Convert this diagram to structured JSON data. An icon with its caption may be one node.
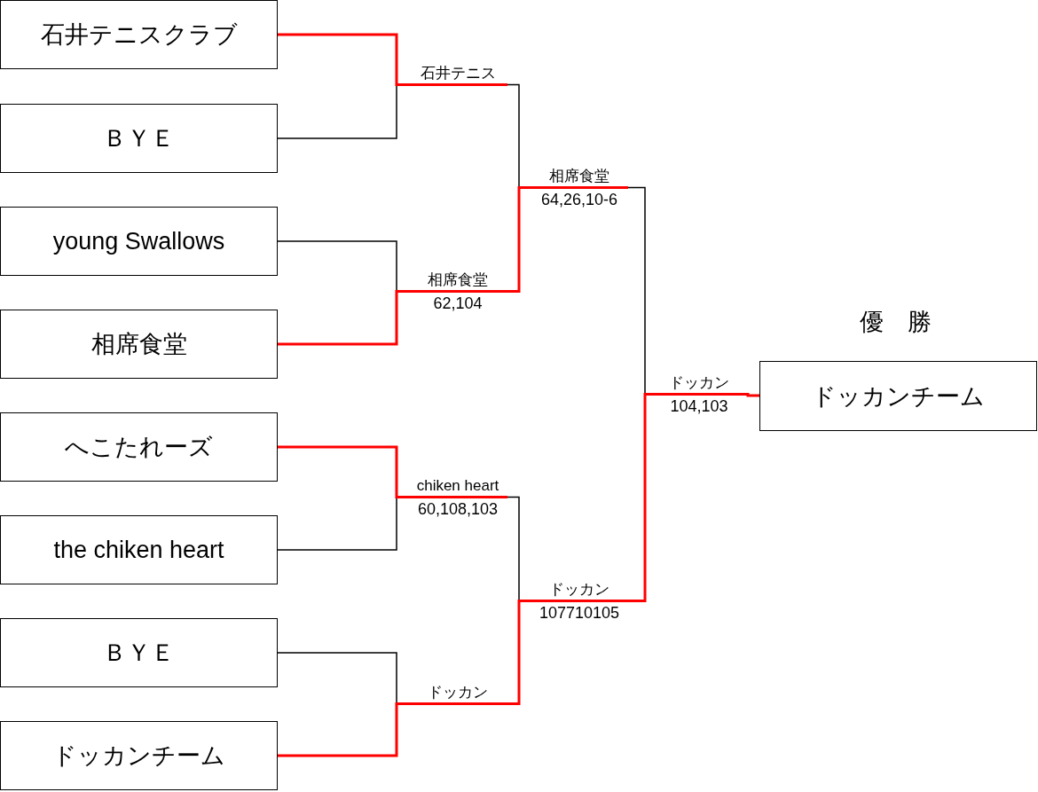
{
  "diagram": {
    "nodes": [
      {
        "text": [
          "石井テニスクラブ"
        ]
      },
      {
        "text": [
          "ＢＹＥ"
        ]
      },
      {
        "text": [
          "young Swallows"
        ]
      },
      {
        "text": [
          "相席食堂"
        ]
      },
      {
        "text": [
          "へこたれーズ"
        ]
      },
      {
        "text": [
          "the chiken heart"
        ]
      },
      {
        "text": [
          "ＢＹＥ"
        ]
      },
      {
        "text": [
          "ドッカンチーム"
        ]
      },
      {
        "text": [
          "優　勝",
          "ドッカンチーム"
        ]
      },
      {
        "text": [
          "石井テニス"
        ]
      },
      {
        "text": [
          "相席食堂",
          "62,104"
        ]
      },
      {
        "text": [
          "chiken heart",
          "60,108,103"
        ]
      },
      {
        "text": [
          "ドッカン"
        ]
      },
      {
        "text": [
          "相席食堂",
          "64,26,10-6"
        ]
      },
      {
        "text": [
          "ドッカン",
          "107710105"
        ]
      },
      {
        "text": [
          "ドッカン",
          "104,103"
        ]
      }
    ],
    "edges": [
      {
        "from": 0,
        "to": 9,
        "arrow": "none"
      },
      {
        "from": 1,
        "to": 9,
        "arrow": "none",
        "color": "#000000"
      },
      {
        "from": 2,
        "to": 10,
        "arrow": "none",
        "color": "#000000"
      },
      {
        "from": 3,
        "to": 10,
        "arrow": "none"
      },
      {
        "from": 4,
        "to": 11,
        "arrow": "none"
      },
      {
        "from": 5,
        "to": 11,
        "arrow": "none",
        "color": "#000000"
      },
      {
        "from": 6,
        "to": 12,
        "arrow": "none",
        "color": "#000000"
      },
      {
        "from": 7,
        "to": 12,
        "arrow": "none"
      },
      {
        "from": 9,
        "to": 13,
        "arrow": "none",
        "color": "#000000"
      },
      {
        "from": 10,
        "to": 13,
        "arrow": "none"
      },
      {
        "from": 11,
        "to": 14,
        "arrow": "none",
        "color": "#000000"
      },
      {
        "from": 12,
        "to": 14,
        "arrow": "none"
      },
      {
        "from": 13,
        "to": 15,
        "arrow": "none",
        "color": "#000000"
      },
      {
        "from": 14,
        "to": 15,
        "arrow": "none"
      },
      {
        "from": 15,
        "to": 8,
        "arrow": "none"
      }
    ]
  }
}
